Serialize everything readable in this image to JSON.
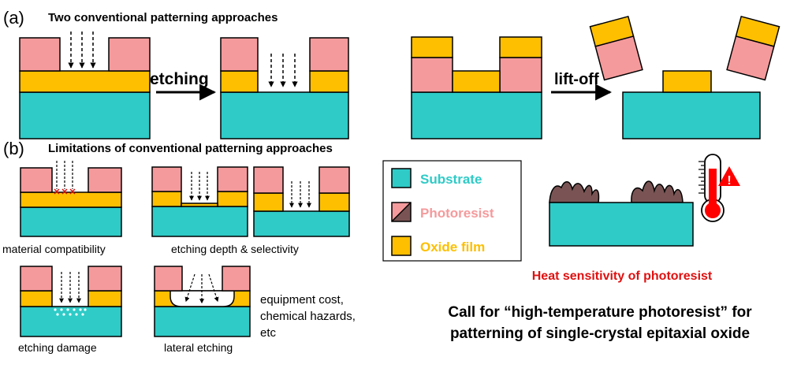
{
  "colors": {
    "substrate": "#2ecbc7",
    "photoresist": "#f59a9c",
    "oxide": "#fdbf00",
    "burnt_resist": "#7a5454",
    "warning_red": "#ff0000",
    "heat_text": "#e01010"
  },
  "section_a": {
    "label": "(a)",
    "title": "Two conventional patterning approaches",
    "etching_arrow_label": "etching",
    "liftoff_arrow_label": "lift-off"
  },
  "section_b": {
    "label": "(b)",
    "title": "Limitations of conventional patterning approaches",
    "captions": {
      "material_compatibility": "material compatibility",
      "etching_depth": "etching depth & selectivity",
      "etching_damage": "etching damage",
      "lateral_etching": "lateral etching"
    },
    "other_limits": [
      "equipment cost,",
      "chemical hazards,",
      "etc"
    ]
  },
  "legend": {
    "substrate": "Substrate",
    "photoresist": "Photoresist",
    "oxide_film": "Oxide film"
  },
  "heat": {
    "caption": "Heat sensitivity of photoresist",
    "warning_glyph": "!"
  },
  "call": {
    "line1": "Call for “high-temperature photoresist” for",
    "line2": "patterning of single-crystal epitaxial oxide"
  }
}
